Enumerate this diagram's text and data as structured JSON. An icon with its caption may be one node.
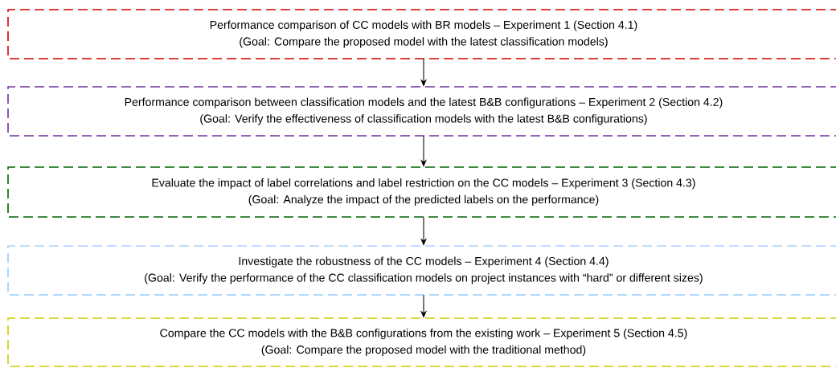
{
  "diagram": {
    "nodes": [
      {
        "text": [
          "Performance comparison of CC models with BR models – Experiment 1 (Section 4.1)",
          "(Goal: Compare the proposed model with the latest classification models)"
        ]
      },
      {
        "text": [
          "Performance comparison between classification models and the latest B&B configurations – Experiment 2 (Section 4.2)",
          "(Goal: Verify the effectiveness of classification models with the latest B&B configurations)"
        ]
      },
      {
        "text": [
          "Evaluate the impact of label correlations and label restriction on the CC models – Experiment 3 (Section 4.3)",
          "(Goal: Analyze the impact of the predicted labels on the performance)"
        ]
      },
      {
        "text": [
          "Investigate the robustness of the CC models – Experiment 4 (Section 4.4)",
          "(Goal: Verify the performance of the CC classification models on project instances with “hard” or different sizes)"
        ]
      },
      {
        "text": [
          "Compare the CC models with the B&B configurations from the existing work – Experiment 5 (Section 4.5)",
          "(Goal: Compare the proposed model with the traditional method)"
        ]
      }
    ],
    "edges": [
      {
        "from": 0,
        "to": 1,
        "arrow": "to"
      },
      {
        "from": 1,
        "to": 2,
        "arrow": "to"
      },
      {
        "from": 2,
        "to": 3,
        "arrow": "to"
      },
      {
        "from": 3,
        "to": 4,
        "arrow": "to"
      }
    ]
  }
}
